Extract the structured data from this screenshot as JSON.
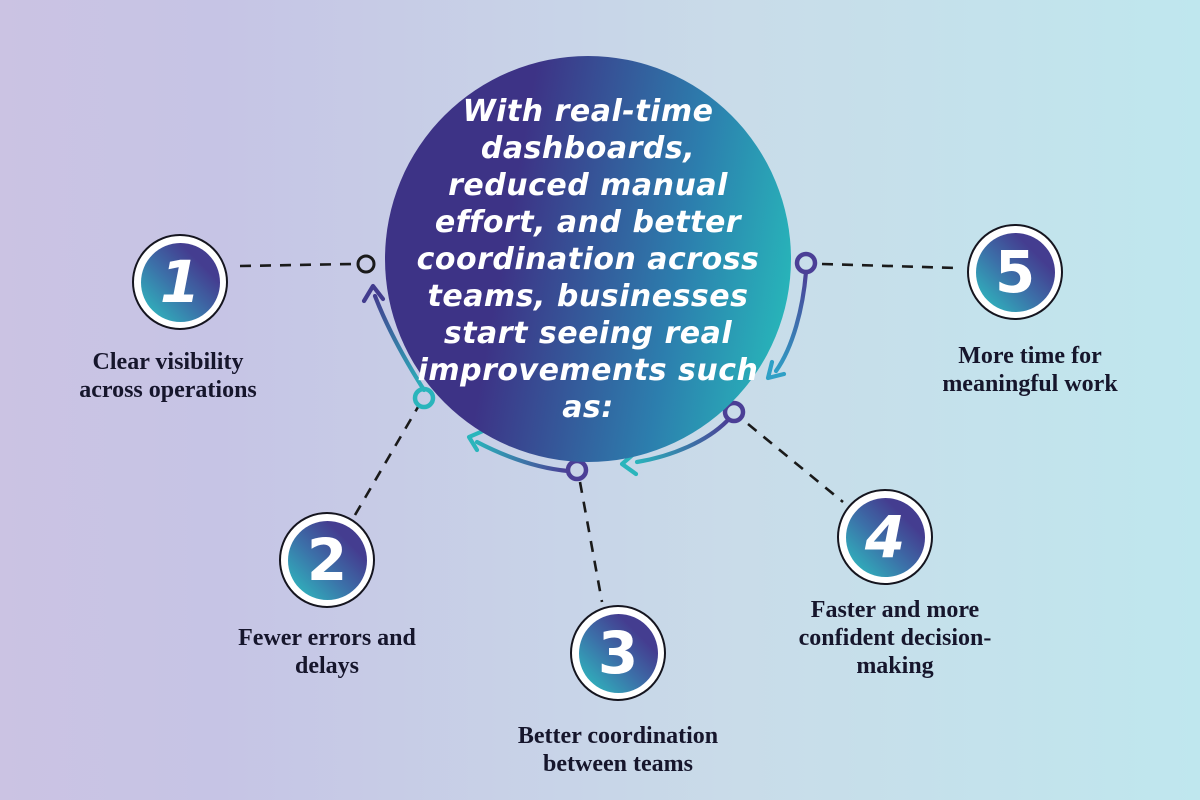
{
  "hub": {
    "lines": [
      "With real-time",
      "dashboards,",
      "reduced manual",
      "effort, and better",
      "coordination across",
      "teams, businesses",
      "start seeing real",
      "improvements such",
      "as:"
    ]
  },
  "items": [
    {
      "number": "1",
      "label": "Clear visibility across operations"
    },
    {
      "number": "2",
      "label": "Fewer errors and delays"
    },
    {
      "number": "3",
      "label": "Better coordination between teams"
    },
    {
      "number": "4",
      "label": "Faster and more confident decision-making"
    },
    {
      "number": "5",
      "label": "More time for meaningful work"
    }
  ],
  "colors": {
    "background_left": "#cbc3e3",
    "background_right": "#bfe7ee",
    "gradient_purple": "#3d3386",
    "gradient_teal": "#28b3b9",
    "node_gradient_teal": "#2fb6bd",
    "node_gradient_purple": "#443d90",
    "node_ring_outline": "#15151f",
    "node_ring_fill": "#ffffff",
    "hub_text": "#ffffff",
    "number_text": "#ffffff",
    "label_text": "#16162c",
    "dashed_line": "#1a1a1a",
    "arc_purple": "#4b3f96",
    "arc_teal": "#2ab5bc",
    "arc_blue": "#2fa0c6"
  }
}
